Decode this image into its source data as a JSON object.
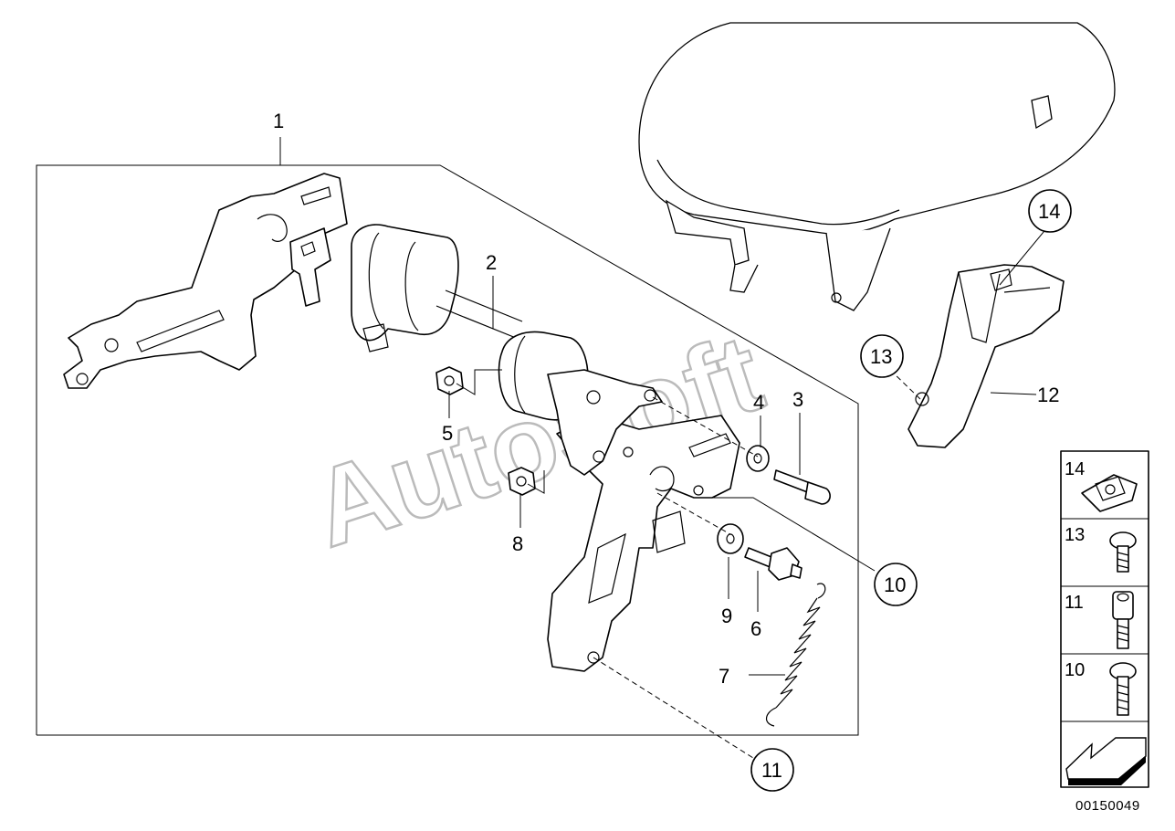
{
  "watermark": "AutoSoft",
  "diagram_code": "00150049",
  "callouts": [
    {
      "id": "1",
      "label": "1",
      "circled": false
    },
    {
      "id": "2",
      "label": "2",
      "circled": false
    },
    {
      "id": "3",
      "label": "3",
      "circled": false
    },
    {
      "id": "4",
      "label": "4",
      "circled": false
    },
    {
      "id": "5",
      "label": "5",
      "circled": false
    },
    {
      "id": "6",
      "label": "6",
      "circled": false
    },
    {
      "id": "7",
      "label": "7",
      "circled": false
    },
    {
      "id": "8",
      "label": "8",
      "circled": false
    },
    {
      "id": "9",
      "label": "9",
      "circled": false
    },
    {
      "id": "10",
      "label": "10",
      "circled": true
    },
    {
      "id": "11",
      "label": "11",
      "circled": true
    },
    {
      "id": "12",
      "label": "12",
      "circled": false
    },
    {
      "id": "13",
      "label": "13",
      "circled": true
    },
    {
      "id": "14",
      "label": "14",
      "circled": true
    }
  ],
  "legend": [
    {
      "label": "14",
      "icon": "clip-nut-icon"
    },
    {
      "label": "13",
      "icon": "torx-screw-short-icon"
    },
    {
      "label": "11",
      "icon": "socket-head-screw-icon"
    },
    {
      "label": "10",
      "icon": "torx-screw-long-icon"
    },
    {
      "label": "",
      "icon": "direction-arrow-icon"
    }
  ]
}
